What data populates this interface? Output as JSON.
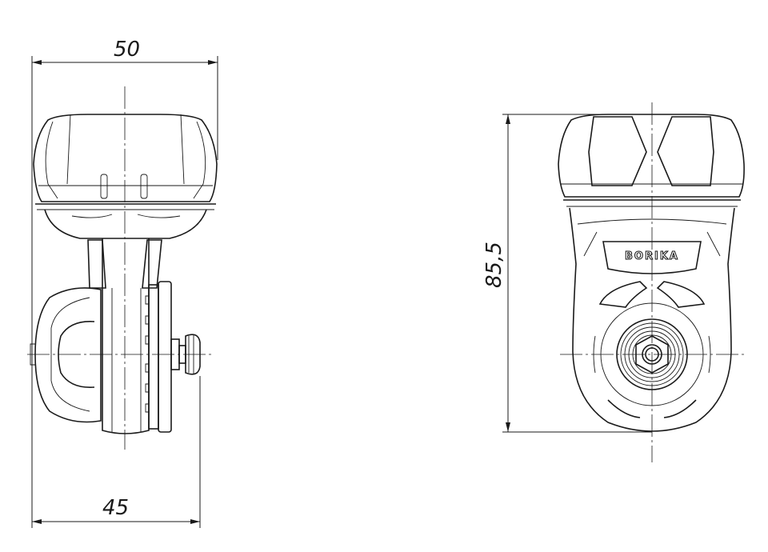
{
  "drawing": {
    "side_view": {
      "width_dimension": "50",
      "lower_width_dimension": "45"
    },
    "front_view": {
      "height_dimension": "85,5",
      "logo_text": "BORIKA"
    }
  }
}
